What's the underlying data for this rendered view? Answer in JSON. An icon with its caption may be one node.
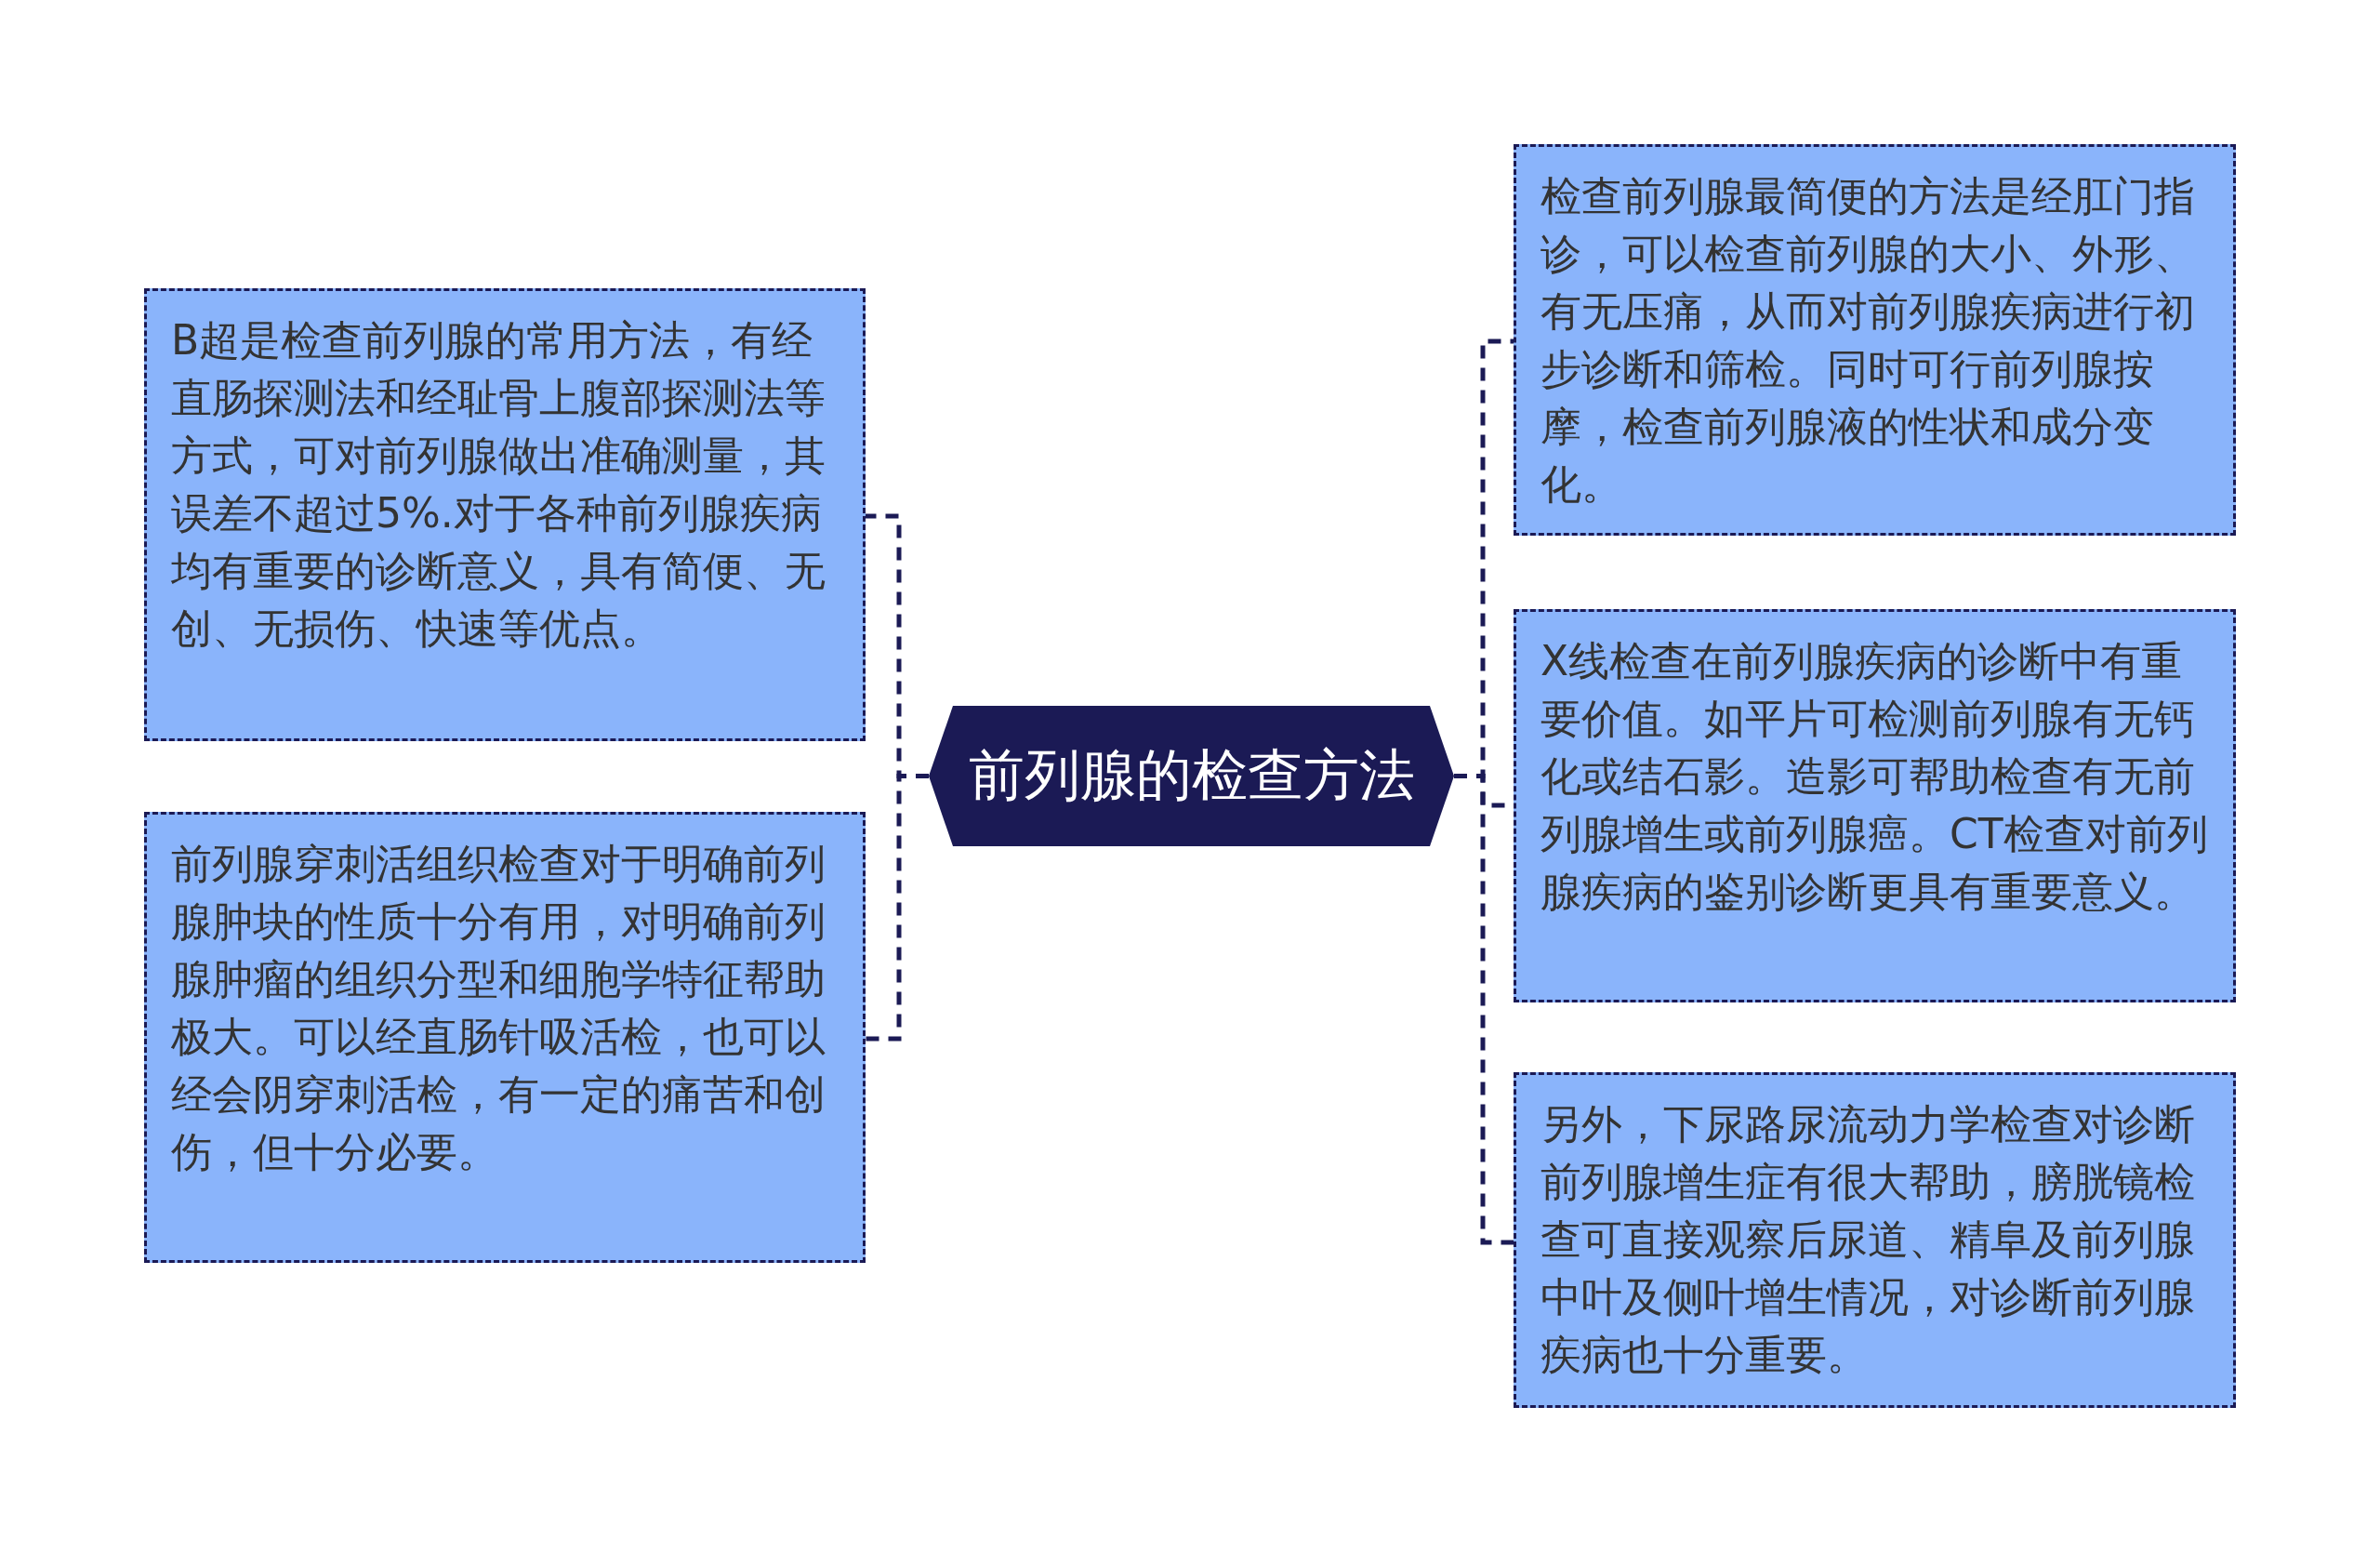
{
  "diagram": {
    "nodes": [
      {
        "text": [
          "前列腺的检查方法"
        ]
      },
      {
        "text": [
          "B超是检查前列腺的常用方法，有经直肠探测法和经耻骨上腹部探测法等方式，可对前列腺做出准确测量，其误差不超过5%.对于各种前列腺疾病均有重要的诊断意义，具有简便、无创、无损伤、快速等优点。"
        ]
      },
      {
        "text": [
          "前列腺穿刺活组织检查对于明确前列腺肿块的性质十分有用，对明确前列腺肿瘤的组织分型和细胞学特征帮助极大。可以经直肠针吸活检，也可以经会阴穿刺活检，有一定的痛苦和创伤，但十分必要。"
        ]
      },
      {
        "text": [
          "检查前列腺最简便的方法是经肛门指诊，可以检查前列腺的大小、外形、有无压痛，从而对前列腺疾病进行初步诊断和筛检。同时可行前列腺按摩，检查前列腺液的性状和成分变化。"
        ]
      },
      {
        "text": [
          "X线检查在前列腺疾病的诊断中有重要价值。如平片可检测前列腺有无钙化或结石影。造影可帮助检查有无前列腺增生或前列腺癌。CT检查对前列腺疾病的鉴别诊断更具有重要意义。"
        ]
      },
      {
        "text": [
          "另外，下尿路尿流动力学检查对诊断前列腺增生症有很大帮助，膀胱镜检查可直接观察后尿道、精阜及前列腺中叶及侧叶增生情况，对诊断前列腺疾病也十分重要。"
        ]
      }
    ],
    "edges": [
      {
        "from": 0,
        "to": 1,
        "arrow": "none",
        "style": "dashed"
      },
      {
        "from": 0,
        "to": 2,
        "arrow": "none",
        "style": "dashed"
      },
      {
        "from": 0,
        "to": 3,
        "arrow": "none",
        "style": "dashed"
      },
      {
        "from": 0,
        "to": 4,
        "arrow": "none",
        "style": "dashed"
      },
      {
        "from": 0,
        "to": 5,
        "arrow": "none",
        "style": "dashed"
      }
    ]
  }
}
